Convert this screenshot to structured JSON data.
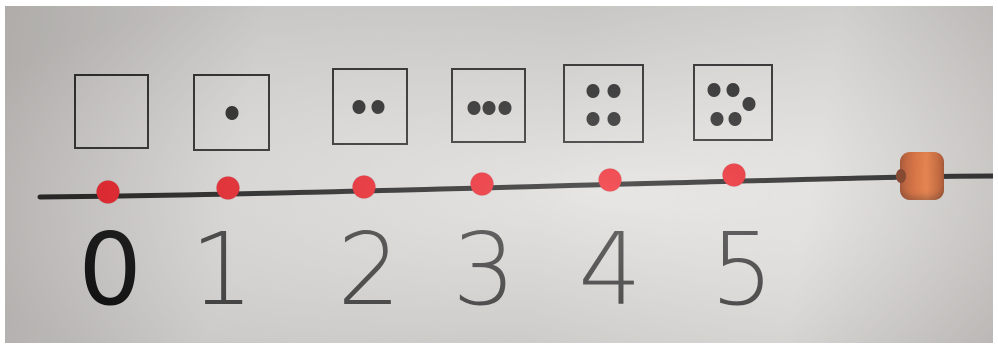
{
  "number_line": {
    "numerals": [
      "0",
      "1",
      "2",
      "3",
      "4",
      "5"
    ],
    "cards": [
      {
        "dots": 0
      },
      {
        "dots": 1
      },
      {
        "dots": 2
      },
      {
        "dots": 3
      },
      {
        "dots": 4
      },
      {
        "dots": 5
      }
    ],
    "marker_color": "#ee1c24",
    "bead_color": "#e0672e",
    "dot_color": "#262626"
  }
}
